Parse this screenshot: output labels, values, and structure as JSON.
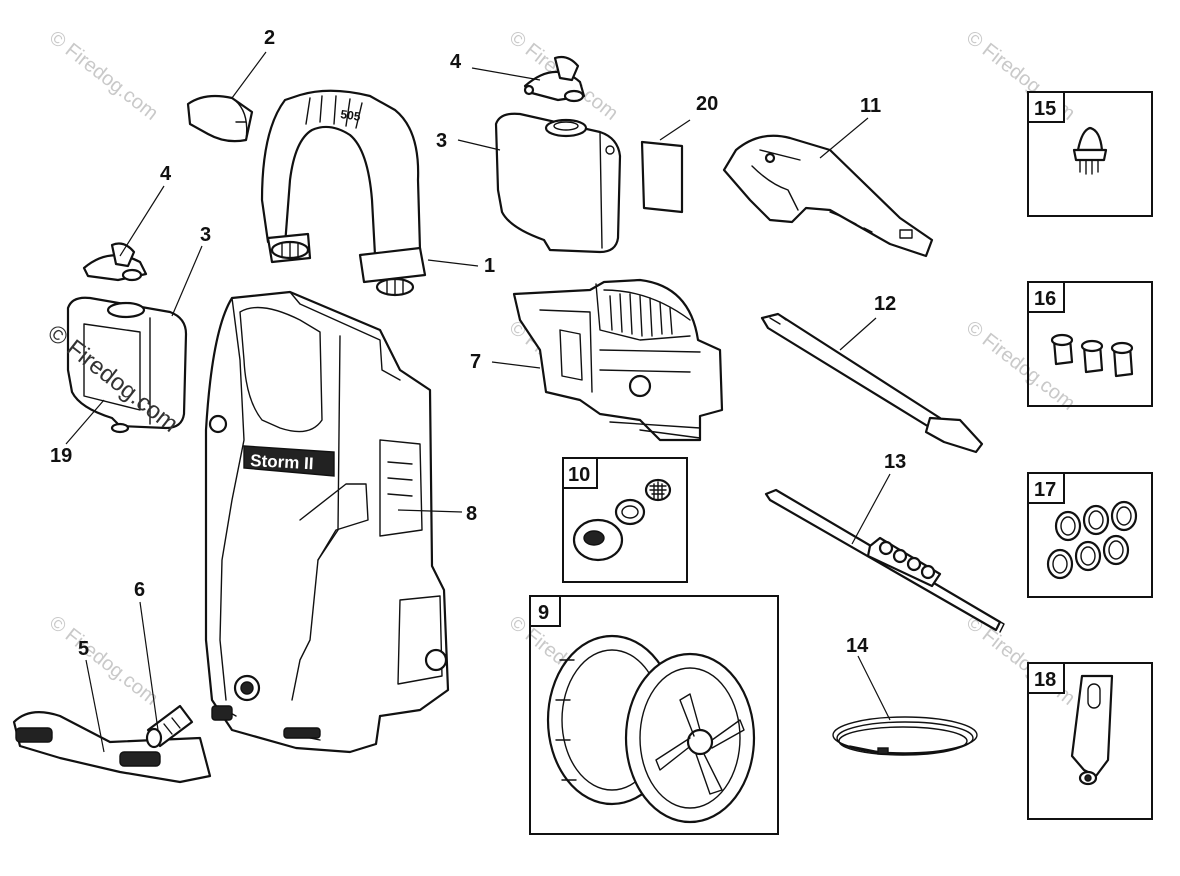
{
  "watermark": "© Firedog.com",
  "brand_text": "Storm II",
  "handle_logo": "505",
  "callouts": [
    "1",
    "2",
    "3",
    "3",
    "4",
    "4",
    "5",
    "6",
    "7",
    "8",
    "9",
    "10",
    "11",
    "12",
    "13",
    "14",
    "15",
    "16",
    "17",
    "18",
    "19",
    "20"
  ]
}
